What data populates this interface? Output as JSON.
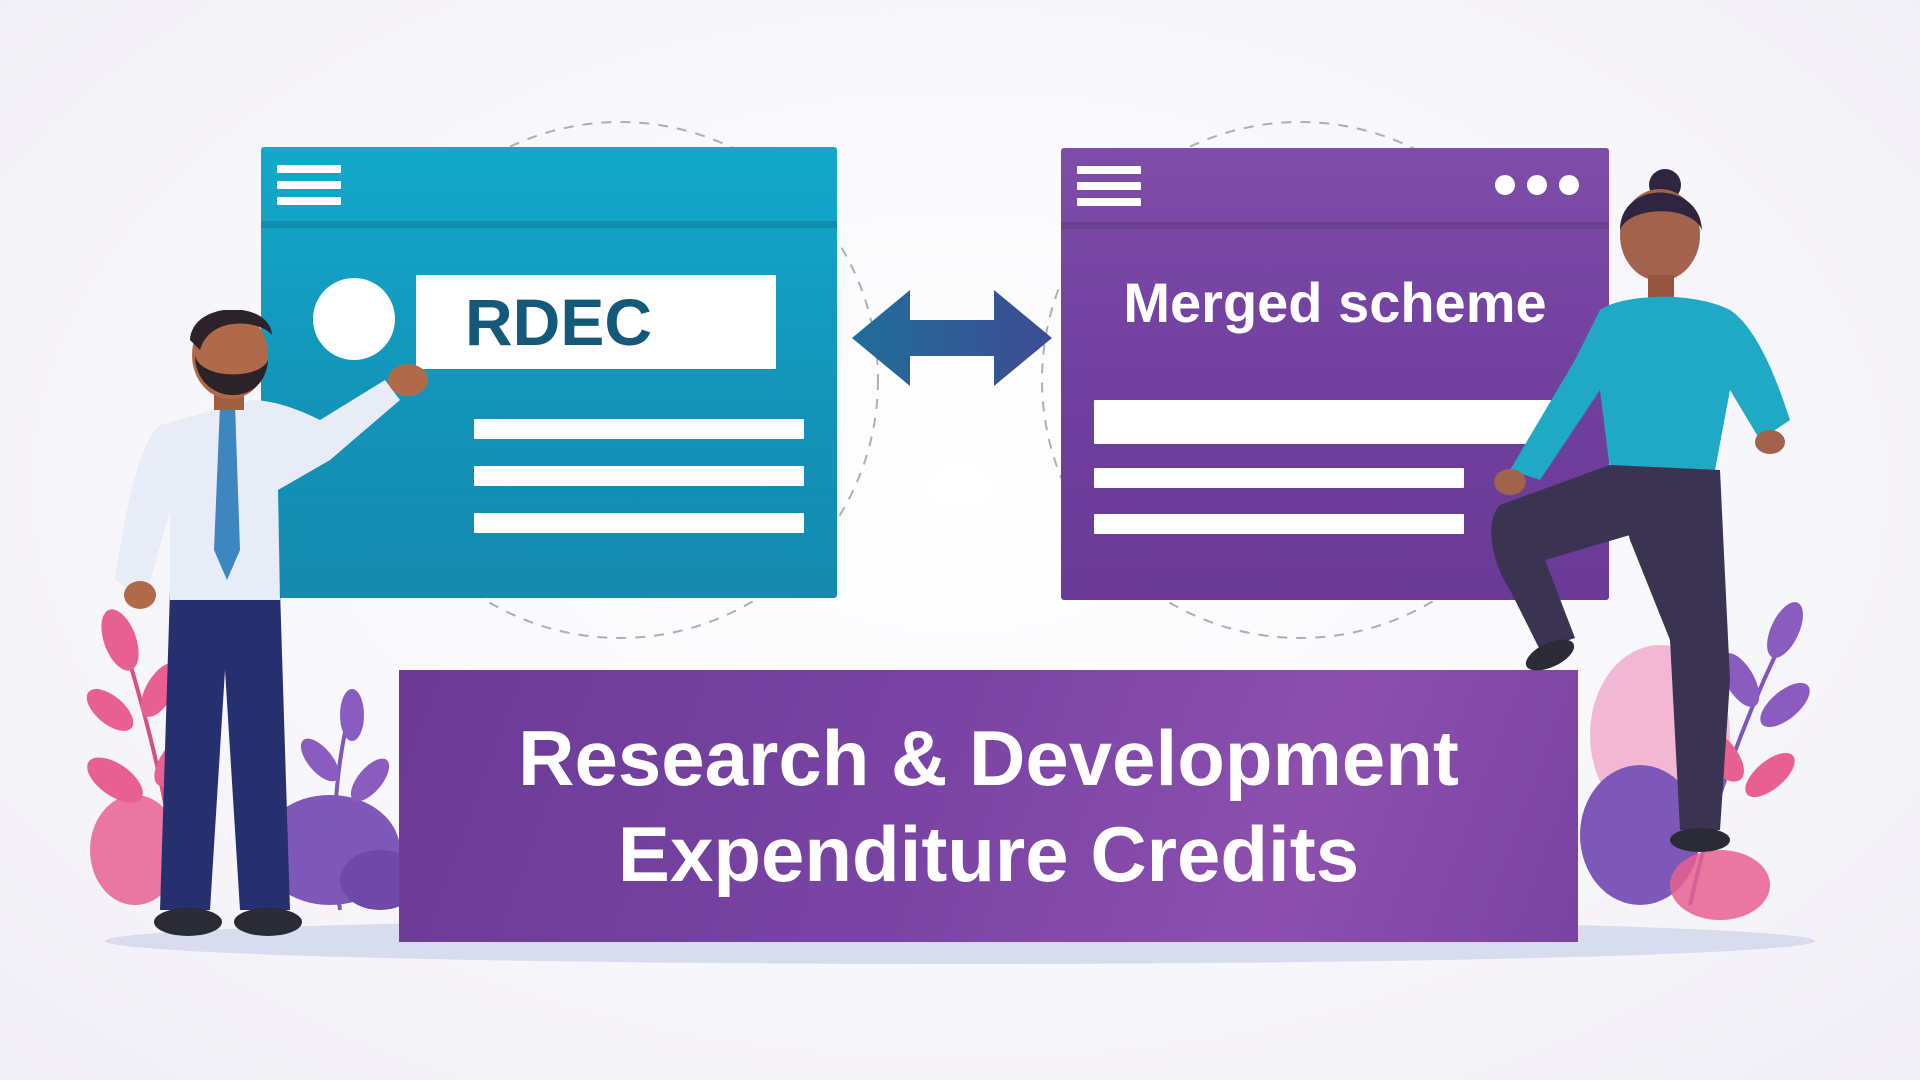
{
  "left_window": {
    "label": "RDEC",
    "color": "#13a9cb"
  },
  "right_window": {
    "title": "Merged scheme",
    "color": "#7e4da9"
  },
  "banner": {
    "line1": "Research & Development",
    "line2": "Expenditure Credits",
    "color": "#7a44a4"
  },
  "icons": {
    "left_menu": "hamburger-menu-icon",
    "right_menu": "hamburger-menu-icon",
    "right_more": "more-dots-icon",
    "connector": "double-arrow-icon"
  },
  "colors": {
    "teal": "#13a9cb",
    "purple": "#7e4da9",
    "arrow": "#2b5b8f",
    "leaf_pink": "#e8608f",
    "leaf_purple": "#8a5cc0"
  }
}
